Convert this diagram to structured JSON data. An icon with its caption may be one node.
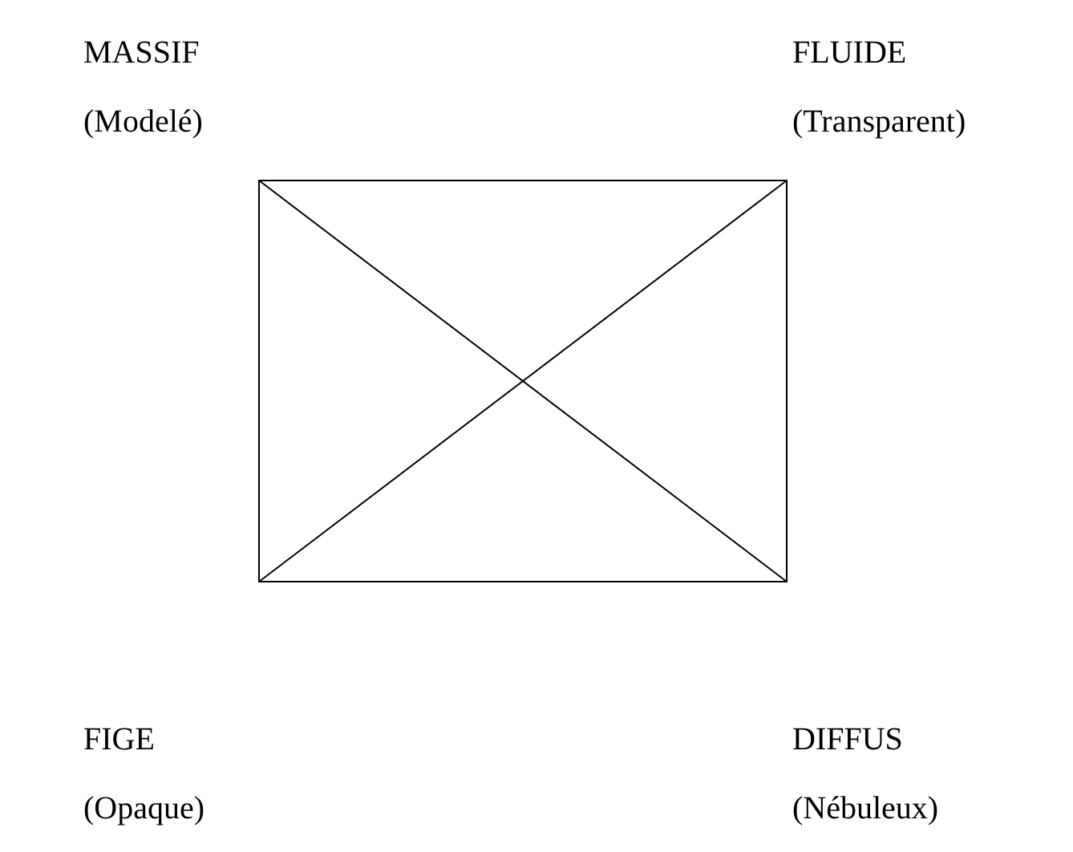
{
  "diagram": {
    "labels": [
      "MASSIF",
      "(Modelé)",
      "FLUIDE",
      "(Transparent)",
      "FIGE",
      "(Opaque)",
      "DIFFUS",
      "(Nébuleux)"
    ]
  }
}
